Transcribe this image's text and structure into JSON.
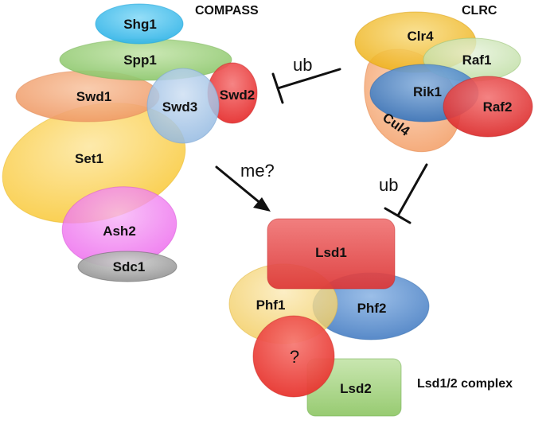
{
  "compass": {
    "title": "COMPASS",
    "subunits": {
      "shg1": "Shg1",
      "spp1": "Spp1",
      "swd1": "Swd1",
      "swd3": "Swd3",
      "swd2": "Swd2",
      "set1": "Set1",
      "ash2": "Ash2",
      "sdc1": "Sdc1"
    }
  },
  "clrc": {
    "title": "CLRC",
    "subunits": {
      "clr4": "Clr4",
      "raf1": "Raf1",
      "rik1": "Rik1",
      "raf2": "Raf2",
      "cul4": "Cul4"
    }
  },
  "lsd": {
    "title": "Lsd1/2 complex",
    "subunits": {
      "lsd1": "Lsd1",
      "phf1": "Phf1",
      "phf2": "Phf2",
      "unknown": "?",
      "lsd2": "Lsd2"
    }
  },
  "arrows": {
    "clrc_to_compass": "ub",
    "compass_to_lsd": "me?",
    "clrc_to_lsd": "ub"
  },
  "colors": {
    "shg1": "#4fc3ee",
    "spp1": "#9fd07e",
    "swd1": "#f2a97a",
    "swd3": "#a9c8e8",
    "swd2": "#ef4040",
    "set1": "#fbd45a",
    "ash2": "#f07ef0",
    "sdc1": "#a9a9a9",
    "clr4": "#f3c53a",
    "raf1": "#cfe6b8",
    "cul4": "#f7b184",
    "rik1": "#4a86c8",
    "raf2": "#e63f3f",
    "lsd1": "#e84b4b",
    "phf1": "#f6d984",
    "phf2": "#5b8fd0",
    "unknown": "#ee4a44",
    "lsd2": "#9fcf7a"
  }
}
